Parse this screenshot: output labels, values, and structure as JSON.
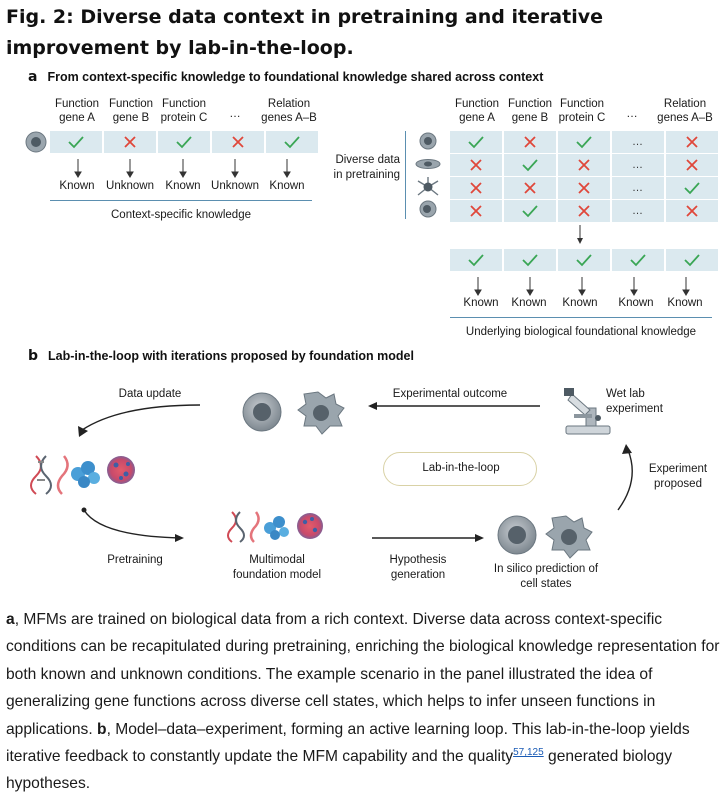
{
  "figure": {
    "title": "Fig. 2: Diverse data context in pretraining and iterative improvement by lab-in-the-loop.",
    "panel_a": {
      "letter": "a",
      "heading": "From context-specific knowledge to foundational knowledge shared across context",
      "columns": [
        "Function gene A",
        "Function gene B",
        "Function protein C",
        "…",
        "Relation genes A–B"
      ],
      "left_row": [
        "check",
        "cross",
        "check",
        "cross",
        "check"
      ],
      "left_outcomes": [
        "Known",
        "Unknown",
        "Known",
        "Unknown",
        "Known"
      ],
      "left_footer": "Context-specific knowledge",
      "diverse_label": "Diverse data in pretraining",
      "right_rows": [
        [
          "check",
          "cross",
          "check",
          "dots",
          "cross"
        ],
        [
          "cross",
          "check",
          "cross",
          "dots",
          "cross"
        ],
        [
          "cross",
          "cross",
          "cross",
          "dots",
          "check"
        ],
        [
          "cross",
          "check",
          "cross",
          "dots",
          "cross"
        ]
      ],
      "result_row": [
        "check",
        "check",
        "check",
        "check",
        "check"
      ],
      "right_outcomes": [
        "Known",
        "Known",
        "Known",
        "Known",
        "Known"
      ],
      "right_footer": "Underlying biological foundational knowledge"
    },
    "panel_b": {
      "letter": "b",
      "heading": "Lab-in-the-loop with iterations proposed by foundation model",
      "data_update": "Data update",
      "experimental_outcome": "Experimental outcome",
      "wet_lab": "Wet lab experiment",
      "lab_in_the_loop": "Lab-in-the-loop",
      "experiment_proposed": "Experiment proposed",
      "pretraining": "Pretraining",
      "multimodal_model": "Multimodal foundation model",
      "hypothesis_generation": "Hypothesis generation",
      "in_silico": "In silico prediction of cell states"
    },
    "caption": {
      "a_letter": "a",
      "a_text": ", MFMs are trained on biological data from a rich context. Diverse data across context-specific conditions can be recapitulated during pretraining, enriching the biological knowledge representation for both known and unknown conditions. The example scenario in the panel illustrated the idea of generalizing gene functions across diverse cell states, which helps to infer unseen functions in applications. ",
      "b_letter": "b",
      "b_text": ", Model–data–experiment, forming an active learning loop. This lab-in-the-loop yields iterative feedback to constantly update the MFM capability and the quality",
      "refs": "57,125",
      "tail": " generated biology hypotheses."
    },
    "colors": {
      "check": "#3aa655",
      "cross": "#e0473a",
      "cell_bg": "#dbe9ef",
      "rule": "#5b8fb0"
    }
  }
}
